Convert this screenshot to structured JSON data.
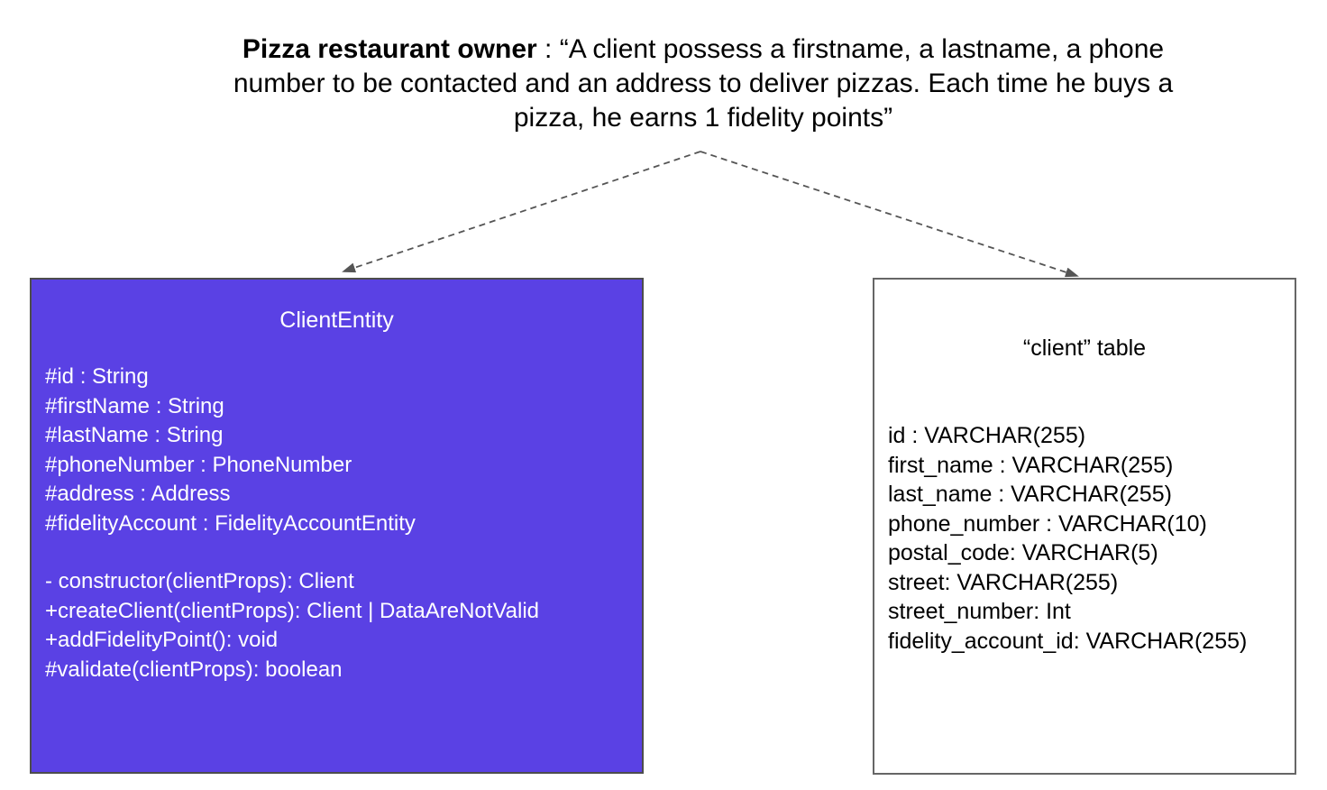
{
  "prompt": {
    "speaker": "Pizza restaurant owner",
    "separator": " : ",
    "quote": "“A client possess a firstname, a lastname, a phone number to be contacted and an address to deliver pizzas. Each time he buys a pizza, he earns 1 fidelity points”"
  },
  "entity_box": {
    "title": "ClientEntity",
    "attributes": [
      "#id : String",
      "#firstName : String",
      "#lastName : String",
      "#phoneNumber : PhoneNumber",
      "#address : Address",
      "#fidelityAccount : FidelityAccountEntity"
    ],
    "methods": [
      "- constructor(clientProps): Client",
      "+createClient(clientProps): Client | DataAreNotValid",
      "+addFidelityPoint(): void",
      "#validate(clientProps): boolean"
    ],
    "background": "#5a41e4",
    "text_color": "#ffffff",
    "border_color": "#4d4d4d"
  },
  "table_box": {
    "title": "“client” table",
    "columns": [
      "id : VARCHAR(255)",
      "first_name : VARCHAR(255)",
      "last_name : VARCHAR(255)",
      "phone_number : VARCHAR(10)",
      "postal_code: VARCHAR(5)",
      "street: VARCHAR(255)",
      "street_number: Int",
      "fidelity_account_id: VARCHAR(255)"
    ],
    "background": "#ffffff",
    "text_color": "#000000",
    "border_color": "#666666"
  },
  "connectors": {
    "color": "#555555",
    "style": "dashed"
  }
}
